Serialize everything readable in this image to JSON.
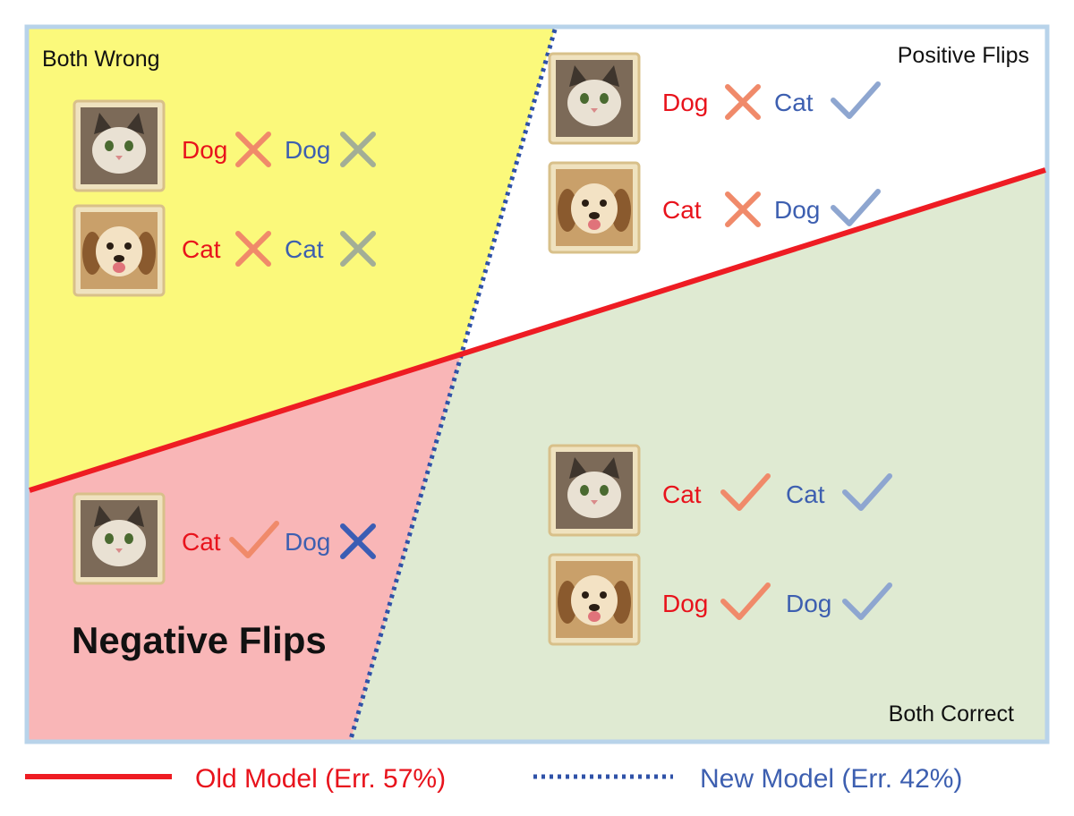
{
  "regions": {
    "both_wrong": "Both Wrong",
    "positive_flips": "Positive Flips",
    "negative_flips": "Negative Flips",
    "both_correct": "Both Correct"
  },
  "colors": {
    "both_wrong_fill": "#fbf97b",
    "positive_flips_fill": "#ffffff",
    "negative_flips_fill": "#f9b6b7",
    "both_correct_fill": "#dfead2",
    "frame": "#b8d3ea",
    "old_model": "#ee1c23",
    "new_model": "#2f52a8",
    "old_text": "#e8131c",
    "new_text": "#3d5fb0",
    "mark_old": "#f08a6a",
    "mark_new_gray": "#a3ae96",
    "check_new": "#8ea6d0",
    "cross_new_blue": "#3b5db4",
    "thumb_border": "#d8c08a"
  },
  "samples": [
    {
      "id": "wrong-1",
      "image": "cat-photo",
      "old_label": "Dog",
      "old_mark": "cross",
      "new_label": "Dog",
      "new_mark": "cross"
    },
    {
      "id": "wrong-2",
      "image": "dog-photo",
      "old_label": "Cat",
      "old_mark": "cross",
      "new_label": "Cat",
      "new_mark": "cross"
    },
    {
      "id": "pos-1",
      "image": "cat-photo",
      "old_label": "Dog",
      "old_mark": "cross",
      "new_label": "Cat",
      "new_mark": "check"
    },
    {
      "id": "pos-2",
      "image": "dog-photo",
      "old_label": "Cat",
      "old_mark": "cross",
      "new_label": "Dog",
      "new_mark": "check"
    },
    {
      "id": "neg-1",
      "image": "cat-photo",
      "old_label": "Cat",
      "old_mark": "check",
      "new_label": "Dog",
      "new_mark": "cross"
    },
    {
      "id": "correct-1",
      "image": "cat-photo",
      "old_label": "Cat",
      "old_mark": "check",
      "new_label": "Cat",
      "new_mark": "check"
    },
    {
      "id": "correct-2",
      "image": "dog-photo",
      "old_label": "Dog",
      "old_mark": "check",
      "new_label": "Dog",
      "new_mark": "check"
    }
  ],
  "legend": {
    "old_model": "Old Model (Err. 57%)",
    "new_model": "New Model (Err. 42%)"
  }
}
